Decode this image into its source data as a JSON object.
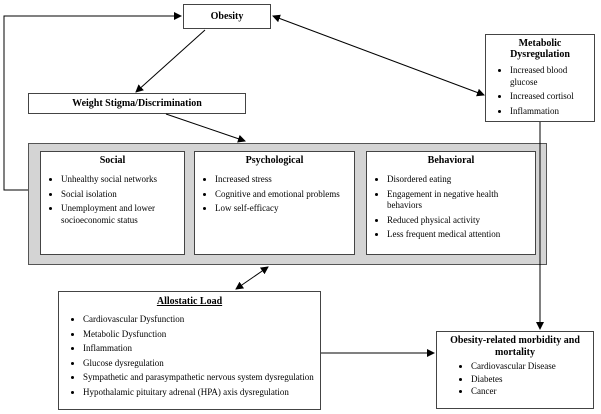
{
  "obesity": {
    "title": "Obesity"
  },
  "metabolic": {
    "title": "Metabolic Dysregulation",
    "items": [
      "Increased blood glucose",
      "Increased cortisol",
      "Inflammation"
    ]
  },
  "stigma": {
    "title": "Weight Stigma/Discrimination"
  },
  "social": {
    "title": "Social",
    "items": [
      "Unhealthy social networks",
      "Social isolation",
      "Unemployment and lower socioeconomic status"
    ]
  },
  "psychological": {
    "title": "Psychological",
    "items": [
      "Increased stress",
      "Cognitive and emotional problems",
      "Low self-efficacy"
    ]
  },
  "behavioral": {
    "title": "Behavioral",
    "items": [
      "Disordered eating",
      "Engagement in negative health behaviors",
      "Reduced physical activity",
      "Less frequent medical attention"
    ]
  },
  "allostatic": {
    "title": "Allostatic Load",
    "items": [
      "Cardiovascular Dysfunction",
      "Metabolic Dysfunction",
      "Inflammation",
      "Glucose dysregulation",
      "Sympathetic and parasympathetic nervous system dysregulation",
      "Hypothalamic pituitary adrenal (HPA) axis dysregulation"
    ]
  },
  "outcome": {
    "title": "Obesity-related morbidity and mortality",
    "items": [
      "Cardiovascular Disease",
      "Diabetes",
      "Cancer"
    ]
  }
}
